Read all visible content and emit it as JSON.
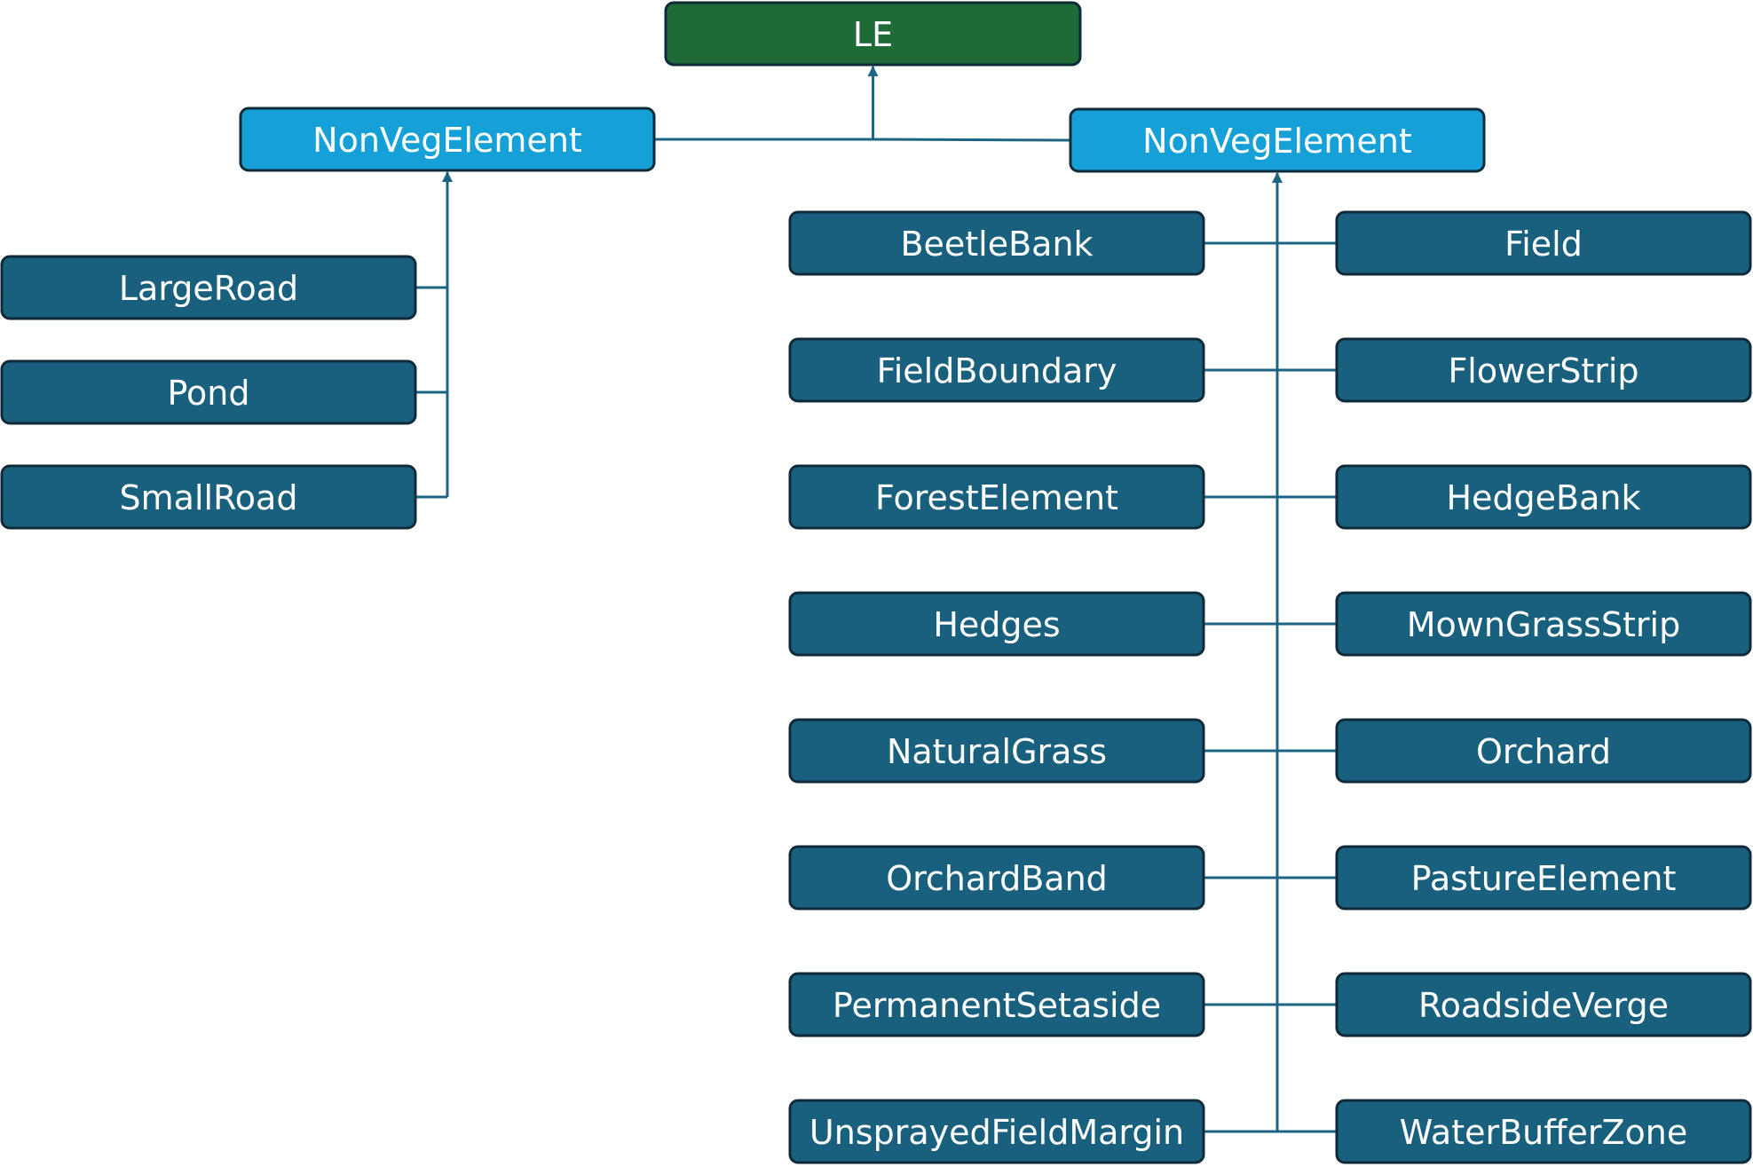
{
  "colors": {
    "root_fill": "#1e6b37",
    "level1_fill": "#16a0d8",
    "leaf_fill": "#19607f",
    "border": "#0f2a38",
    "connector": "#1d6483"
  },
  "diagram": {
    "root": {
      "label": "LE"
    },
    "branches": [
      {
        "label": "NonVegElement",
        "children": [
          "LargeRoad",
          "Pond",
          "SmallRoad"
        ]
      },
      {
        "label": "NonVegElement",
        "children_left": [
          "BeetleBank",
          "FieldBoundary",
          "ForestElement",
          "Hedges",
          "NaturalGrass",
          "OrchardBand",
          "PermanentSetaside",
          "UnsprayedFieldMargin"
        ],
        "children_right": [
          "Field",
          "FlowerStrip",
          "HedgeBank",
          "MownGrassStrip",
          "Orchard",
          "PastureElement",
          "RoadsideVerge",
          "WaterBufferZone"
        ]
      }
    ]
  }
}
